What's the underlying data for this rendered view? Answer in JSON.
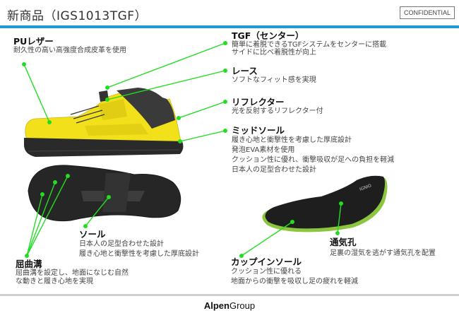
{
  "header": {
    "title": "新商品（IGS1013TGF）",
    "confidential_label": "CONFIDENTIAL",
    "accent_color": "#1e9ad6"
  },
  "callouts": {
    "pu_leather": {
      "title": "PUレザー",
      "lines": [
        "耐久性の高い高強度合成皮革を使用"
      ]
    },
    "tgf_center": {
      "title": "TGF（センター）",
      "lines": [
        "簡単に着脱できるTGFシステムをセンターに搭載",
        "サイドに比べ着脱性が向上"
      ]
    },
    "lace": {
      "title": "レース",
      "lines": [
        "ソフトなフィット感を実現"
      ]
    },
    "reflector": {
      "title": "リフレクター",
      "lines": [
        "光を反射するリフレクター付"
      ]
    },
    "midsole": {
      "title": "ミッドソール",
      "lines": [
        "履き心地と衝撃性を考慮した厚底設計",
        "発泡EVA素材を使用",
        "クッション性に優れ、衝撃吸収が足への負担を軽減",
        "日本人の足型合わせた設計"
      ]
    },
    "sole": {
      "title": "ソール",
      "lines": [
        "日本人の足型合わせた設計",
        "履き心地と衝撃性を考慮した厚底設計"
      ]
    },
    "flex_groove": {
      "title": "屈曲溝",
      "lines": [
        "屈曲溝を設定し、地面になじむ自然",
        "な動きと履き心地を実現"
      ]
    },
    "vent_holes": {
      "title": "通気孔",
      "lines": [
        "足裏の湿気を逃がす通気孔を配置"
      ]
    },
    "cup_insole": {
      "title": "カップインソール",
      "lines": [
        "クッション性に優れる",
        "地面からの衝撃を吸収し足の疲れを軽減"
      ]
    }
  },
  "images": {
    "shoe_side": "yellow-safety-sneaker-side-view",
    "shoe_sole": "black-outsole-bottom-view",
    "insole": "black-cup-insole-with-green-edge",
    "insole_logo": "IGNIO"
  },
  "colors": {
    "callout_line": "#22dd22",
    "shoe_yellow": "#f2e01a",
    "shoe_black": "#2a2a2a",
    "insole_edge": "#8cc63f"
  },
  "footer": {
    "brand_bold": "Alpen",
    "brand_regular": "Group"
  }
}
